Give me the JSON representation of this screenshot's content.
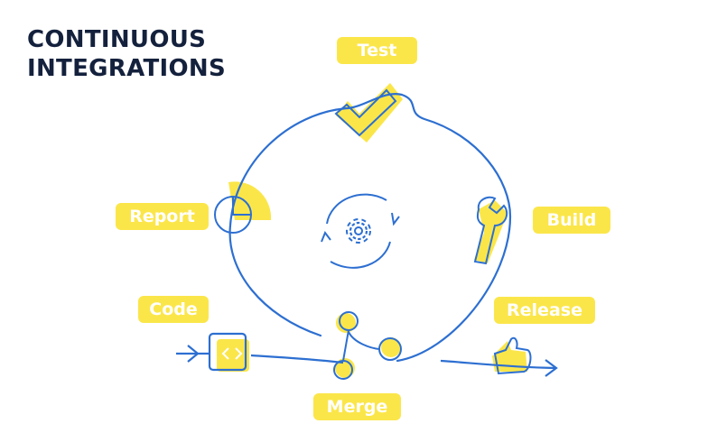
{
  "title": {
    "line1": "CONTINUOUS",
    "line2": "INTEGRATIONS"
  },
  "stages": {
    "test": "Test",
    "build": "Build",
    "release": "Release",
    "merge": "Merge",
    "code": "Code",
    "report": "Report"
  },
  "colors": {
    "accent": "#fbe64a",
    "line": "#2d6fd1",
    "title": "#14213d"
  },
  "icons": [
    "check-icon",
    "wrench-icon",
    "thumbs-up-icon",
    "branch-icon",
    "code-icon",
    "pie-chart-icon",
    "gear-icon"
  ]
}
